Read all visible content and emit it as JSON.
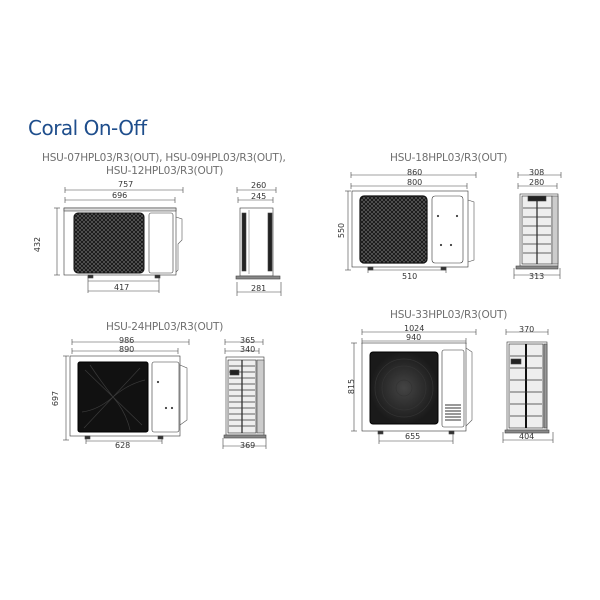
{
  "title": "Coral On-Off",
  "brand_color": "#1f4e8c",
  "units": [
    {
      "model": "HSU-07HPL03/R3(OUT), HSU-09HPL03/R3(OUT),",
      "model_line2": "HSU-12HPL03/R3(OUT)",
      "front": {
        "overall_width": "757",
        "body_width": "696",
        "height": "432",
        "foot_spacing": "417"
      },
      "side": {
        "top_outer": "260",
        "top_inner": "245",
        "base_depth": "281"
      }
    },
    {
      "model": "HSU-18HPL03/R3(OUT)",
      "front": {
        "overall_width": "860",
        "body_width": "800",
        "height": "550",
        "foot_spacing": "510"
      },
      "side": {
        "top_outer": "308",
        "top_inner": "280",
        "base_depth": "313"
      }
    },
    {
      "model": "HSU-24HPL03/R3(OUT)",
      "front": {
        "overall_width": "986",
        "body_width": "890",
        "height": "697",
        "foot_spacing": "628"
      },
      "side": {
        "top_outer": "365",
        "top_inner": "340",
        "base_depth": "369"
      }
    },
    {
      "model": "HSU-33HPL03/R3(OUT)",
      "front": {
        "overall_width": "1024",
        "body_width": "940",
        "height": "815",
        "foot_spacing": "655"
      },
      "side": {
        "top_outer": "370",
        "base_depth": "404"
      }
    }
  ]
}
